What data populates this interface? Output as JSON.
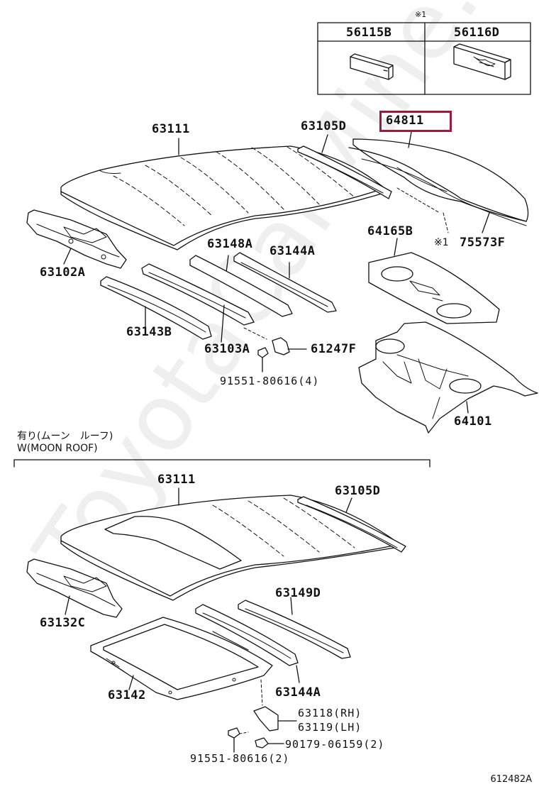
{
  "watermark": "ToyotaCarMine.ru",
  "variant_table": {
    "marker": "※1",
    "col1": "56115B",
    "col2": "56116D"
  },
  "section_top": {
    "labels": {
      "roof_panel": "63111",
      "roof_side_rail": "63105D",
      "highlighted": "64811",
      "front_header": "63102A",
      "bow_a": "63148A",
      "bow_b": "63144A",
      "package_tray": "64165B",
      "marker": "※1",
      "molding": "75573F",
      "rear_bow": "63143B",
      "front_bow": "63103A",
      "clip": "61247F",
      "bolt": "91551-80616(4)",
      "rear_panel": "64101"
    }
  },
  "section_bottom": {
    "note_jp": "有り(ムーン　ルーフ)",
    "note_en": "W(MOON ROOF)",
    "labels": {
      "roof_panel": "63111",
      "roof_side_rail": "63105D",
      "front_header": "63132C",
      "bow": "63149D",
      "sunroof_frame": "63142",
      "bow_b": "63144A",
      "bracket_rh": "63118(RH)",
      "bracket_lh": "63119(LH)",
      "nut": "90179-06159(2)",
      "bolt": "91551-80616(2)"
    }
  },
  "diagram_id": "612482A",
  "colors": {
    "highlight": "#9b1b3a",
    "line": "#111111"
  }
}
